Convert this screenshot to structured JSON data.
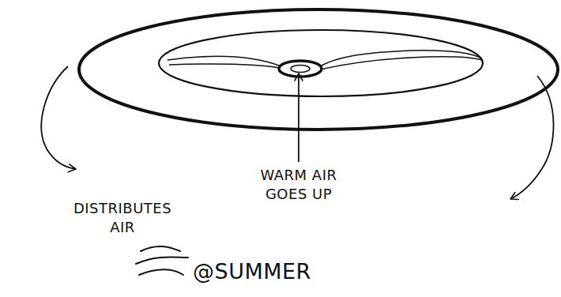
{
  "diagram": {
    "labels": [
      "DISTRIBUTES AIR",
      "WARM AIR GOES UP",
      "@SUMMER"
    ]
  }
}
